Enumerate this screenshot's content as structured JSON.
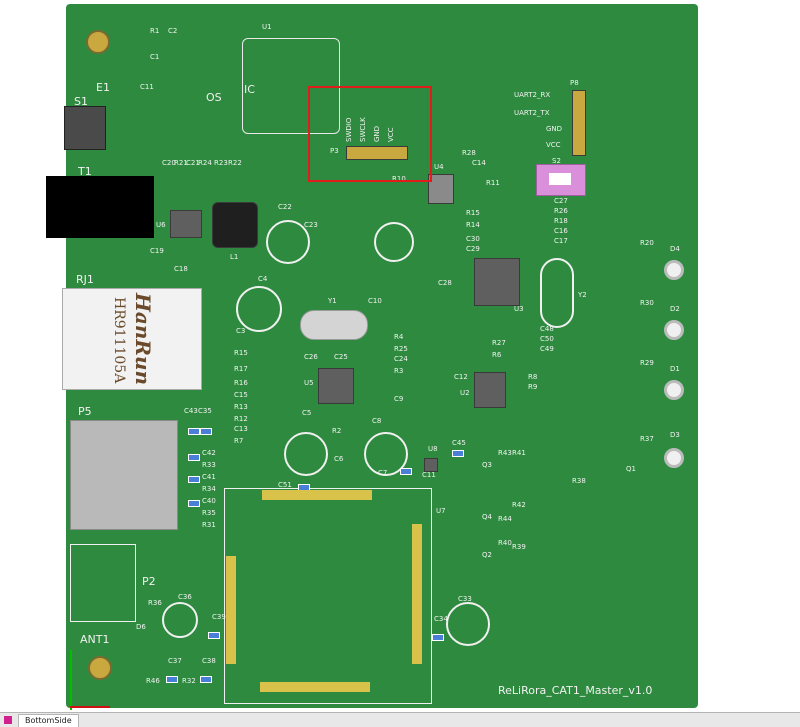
{
  "board": {
    "title": "ReLiRora_CAT1_Master_v1.0",
    "connectors": {
      "e1": "E1",
      "s1": "S1",
      "t1": "T1",
      "rj1": "RJ1",
      "p5": "P5",
      "p2": "P2",
      "ant1": "ANT1",
      "p3": "P3",
      "p8": "P8",
      "s2": "S2"
    },
    "components": {
      "u1": "U1",
      "ic_label": "IC",
      "os_label": "OS",
      "u2": "U2",
      "u3": "U3",
      "u4": "U4",
      "u5": "U5",
      "u6": "U6",
      "u7": "U7",
      "u8": "U8",
      "y1": "Y1",
      "y2": "Y2",
      "l1": "L1",
      "hanrun": "HanRun",
      "hr_part": "HR911105A"
    },
    "p3_pins": [
      "SWDIO",
      "SWCLK",
      "GND",
      "VCC"
    ],
    "p8_pins": [
      "UART2_RX",
      "UART2_TX",
      "GND",
      "VCC"
    ],
    "leds": [
      "D4",
      "D2",
      "D1",
      "D3"
    ],
    "left_parts": [
      "R1",
      "C2",
      "C1",
      "C11",
      "C20",
      "R21",
      "C21",
      "R24",
      "R23",
      "R22",
      "C19",
      "C18",
      "C4",
      "C3",
      "R15",
      "R17",
      "R16",
      "C15",
      "R13",
      "R12",
      "C13",
      "R7",
      "C43",
      "C35",
      "C42",
      "R33",
      "C41",
      "R34",
      "C40",
      "R35",
      "R31",
      "R36",
      "C36",
      "C39",
      "D6",
      "C37",
      "C38",
      "R46",
      "R32"
    ],
    "mid_parts": [
      "C22",
      "C23",
      "C10",
      "R4",
      "R25",
      "C24",
      "R3",
      "C26",
      "C25",
      "C9",
      "C6",
      "R2",
      "C8",
      "C5",
      "C7",
      "C51",
      "C11",
      "C45",
      "C33",
      "C34"
    ],
    "right_parts": [
      "R28",
      "C14",
      "R11",
      "R10",
      "R15",
      "R14",
      "C30",
      "C29",
      "C27",
      "R26",
      "R18",
      "C16",
      "C17",
      "C28",
      "R27",
      "R6",
      "C48",
      "C50",
      "C49",
      "C12",
      "R8",
      "R9",
      "R20",
      "R30",
      "R29",
      "R37",
      "R38",
      "Q1",
      "Q3",
      "Q4",
      "Q2",
      "R43",
      "R41",
      "R42",
      "R44",
      "R40",
      "R39"
    ]
  },
  "tab_bar": {
    "tab_label": "BottomSide"
  }
}
